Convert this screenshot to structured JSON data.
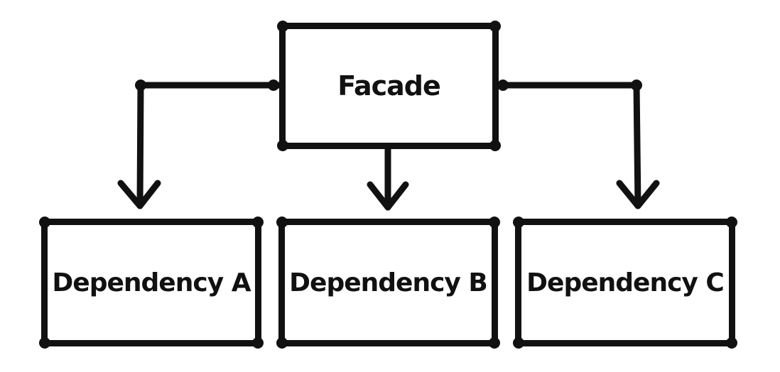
{
  "diagram": {
    "facade": {
      "label": "Facade"
    },
    "dependencies": [
      {
        "label": "Dependency A"
      },
      {
        "label": "Dependency B"
      },
      {
        "label": "Dependency C"
      }
    ]
  }
}
